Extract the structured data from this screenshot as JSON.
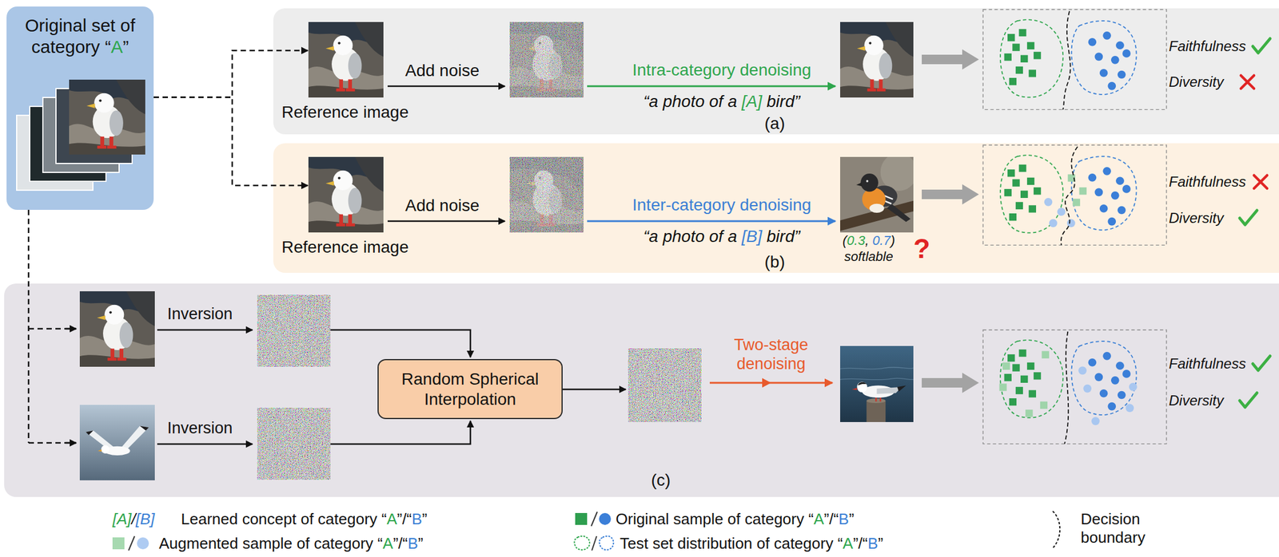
{
  "diagram": {
    "nodes": [
      {
        "text": [
          "Original set of category “A”"
        ]
      },
      {
        "text": [
          "(a)"
        ]
      },
      {
        "text": [
          "Reference image"
        ],
        "in": 1
      },
      {
        "text": [
          "(b)"
        ]
      },
      {
        "text": [
          "Reference image"
        ],
        "in": 3
      },
      {
        "text": [
          "(c)"
        ]
      },
      {
        "text": [
          "Random Spherical Interpolation"
        ],
        "in": 5
      }
    ],
    "edges": [
      {
        "from": 0,
        "to": 2,
        "arrow": "to"
      },
      {
        "from": 0,
        "to": 4,
        "arrow": "to"
      }
    ],
    "labels": [
      "Add noise",
      "Intra-category denoising",
      "“a photo of a [A] bird”",
      "Faithfulness",
      "Diversity",
      "Add noise",
      "Inter-category denoising",
      "“a photo of a [B] bird”",
      "(0.3, 0.7)",
      "softlable",
      "?",
      "Faithfulness",
      "Diversity",
      "Inversion",
      "Inversion",
      "Two-stage denoising",
      "Faithfulness",
      "Diversity",
      "[A]/[B]"
    ],
    "legend": [
      {
        "text": "Learned concept of category “A”/“B”"
      },
      {
        "text": "Augmented sample of category “A”/“B”"
      },
      {
        "text": "Original sample of category “A”/“B”"
      },
      {
        "text": "Test set distribution of category “A”/“B”"
      },
      {
        "text": "Decision boundary"
      }
    ]
  }
}
